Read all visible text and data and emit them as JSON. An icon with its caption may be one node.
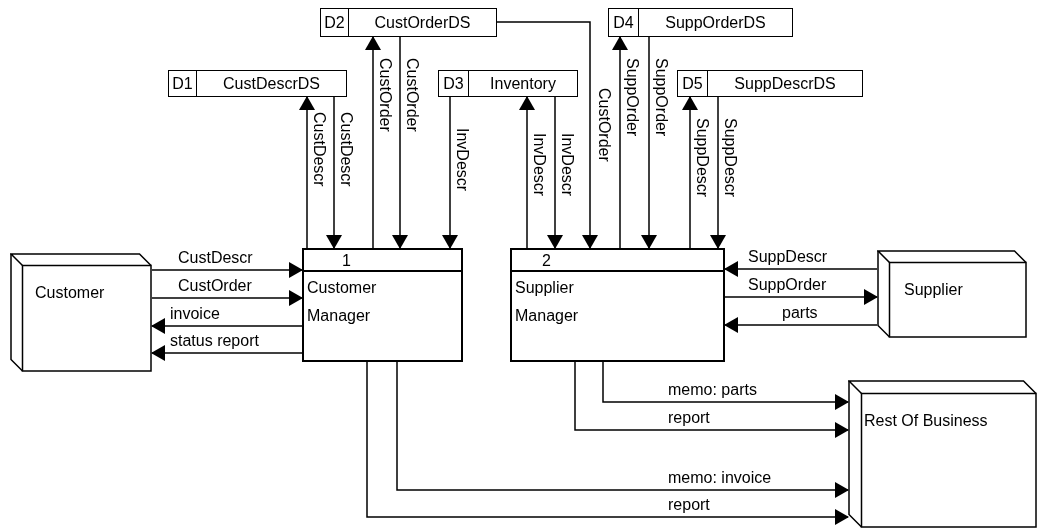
{
  "diagram": {
    "nodes": [
      {
        "text": [
          "D1",
          "CustDescrDS"
        ]
      },
      {
        "text": [
          "D2",
          "CustOrderDS"
        ]
      },
      {
        "text": [
          "D3",
          "Inventory"
        ]
      },
      {
        "text": [
          "D4",
          "SuppOrderDS"
        ]
      },
      {
        "text": [
          "D5",
          "SuppDescrDS"
        ]
      },
      {
        "text": [
          "Customer"
        ]
      },
      {
        "text": [
          "1",
          "Customer Manager"
        ]
      },
      {
        "text": [
          "2",
          "Supplier Manager"
        ]
      },
      {
        "text": [
          "Supplier"
        ]
      },
      {
        "text": [
          "Rest Of Business"
        ]
      }
    ],
    "edges": [
      {
        "from": 6,
        "to": 0,
        "arrow": "to",
        "label": "CustDescr"
      },
      {
        "from": 0,
        "to": 6,
        "arrow": "to",
        "label": "CustDescr"
      },
      {
        "from": 6,
        "to": 1,
        "arrow": "to",
        "label": "CustOrder"
      },
      {
        "from": 1,
        "to": 6,
        "arrow": "to",
        "label": "CustOrder"
      },
      {
        "from": 2,
        "to": 6,
        "arrow": "to",
        "label": "InvDescr"
      },
      {
        "from": 7,
        "to": 2,
        "arrow": "to",
        "label": "InvDescr"
      },
      {
        "from": 2,
        "to": 7,
        "arrow": "to",
        "label": "InvDescr"
      },
      {
        "from": 1,
        "to": 7,
        "arrow": "to",
        "label": "CustOrder"
      },
      {
        "from": 7,
        "to": 3,
        "arrow": "to",
        "label": "SuppOrder"
      },
      {
        "from": 3,
        "to": 7,
        "arrow": "to",
        "label": "SuppOrder"
      },
      {
        "from": 7,
        "to": 4,
        "arrow": "to",
        "label": "SuppDescr"
      },
      {
        "from": 4,
        "to": 7,
        "arrow": "to",
        "label": "SuppDescr"
      },
      {
        "from": 5,
        "to": 6,
        "arrow": "to",
        "label": "CustDescr"
      },
      {
        "from": 5,
        "to": 6,
        "arrow": "to",
        "label": "CustOrder"
      },
      {
        "from": 6,
        "to": 5,
        "arrow": "to",
        "label": "invoice"
      },
      {
        "from": 6,
        "to": 5,
        "arrow": "to",
        "label": "status report"
      },
      {
        "from": 8,
        "to": 7,
        "arrow": "to",
        "label": "SuppDescr"
      },
      {
        "from": 7,
        "to": 8,
        "arrow": "to",
        "label": "SuppOrder"
      },
      {
        "from": 8,
        "to": 7,
        "arrow": "to",
        "label": "parts"
      },
      {
        "from": 7,
        "to": 9,
        "arrow": "to",
        "label": "memo: parts"
      },
      {
        "from": 7,
        "to": 9,
        "arrow": "to",
        "label": "report"
      },
      {
        "from": 6,
        "to": 9,
        "arrow": "to",
        "label": "memo: invoice"
      },
      {
        "from": 6,
        "to": 9,
        "arrow": "to",
        "label": "report"
      }
    ]
  }
}
